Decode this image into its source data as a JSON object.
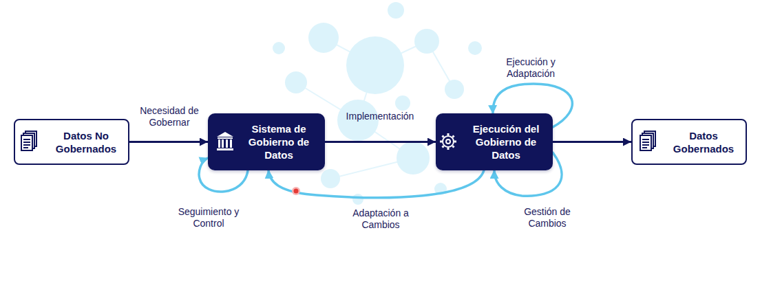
{
  "diagram": {
    "nodes": [
      {
        "text": [
          "Datos No Gobernados"
        ]
      },
      {
        "text": [
          "Sistema de Gobierno de Datos"
        ]
      },
      {
        "text": [
          "Ejecución del Gobierno de Datos"
        ]
      },
      {
        "text": [
          "Datos Gobernados"
        ]
      }
    ],
    "edges": [
      {
        "from": 0,
        "to": 1,
        "label": "Necesidad de Gobernar",
        "arrow": "to"
      },
      {
        "from": 1,
        "to": 2,
        "label": "Implementación",
        "arrow": "to"
      },
      {
        "from": 2,
        "to": 3,
        "arrow": "to"
      },
      {
        "from": 2,
        "to": 2,
        "label": "Ejecución y Adaptación",
        "arrow": "to"
      },
      {
        "from": 2,
        "to": 2,
        "label": "Gestión de Cambios",
        "arrow": "to"
      },
      {
        "from": 2,
        "to": 1,
        "label": "Adaptación a Cambios",
        "arrow": "to"
      },
      {
        "from": 1,
        "to": 1,
        "label": "Seguimiento y Control",
        "arrow": "to"
      }
    ]
  }
}
